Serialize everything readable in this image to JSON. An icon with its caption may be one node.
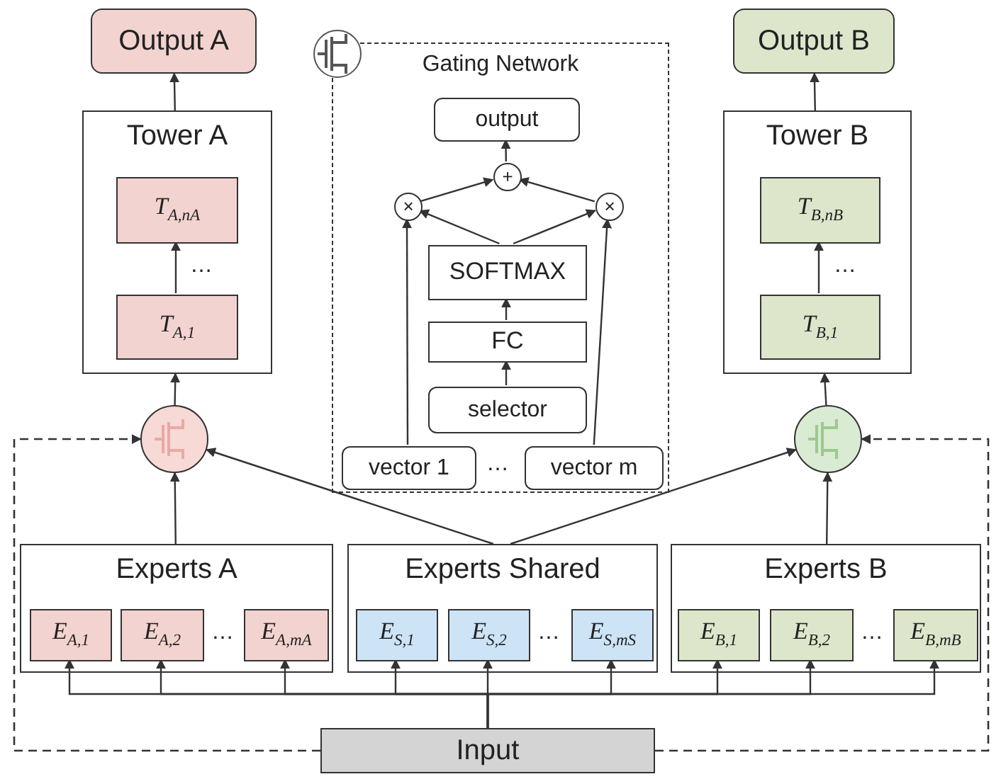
{
  "diagram": {
    "nodes": [
      {
        "text": [
          "Output A"
        ]
      },
      {
        "text": [
          "Tower A"
        ]
      },
      {
        "text": [
          "T$_{A,nA}$"
        ],
        "in": 1
      },
      {
        "text": [
          "T$_{A,1}$"
        ],
        "in": 1
      },
      {
        "text": [],
        "shape": "circle"
      },
      {
        "text": [
          "Gating Network"
        ]
      },
      {
        "text": [
          "output"
        ],
        "in": 5
      },
      {
        "text": [
          "+"
        ],
        "in": 5
      },
      {
        "text": [
          "×"
        ],
        "in": 5
      },
      {
        "text": [
          "×"
        ],
        "in": 5
      },
      {
        "text": [
          "SOFTMAX"
        ],
        "in": 5
      },
      {
        "text": [
          "FC"
        ],
        "in": 5
      },
      {
        "text": [
          "selector"
        ],
        "in": 5
      },
      {
        "text": [
          "vector 1"
        ],
        "in": 5
      },
      {
        "text": [
          "vector m"
        ],
        "in": 5
      },
      {
        "text": [
          "Output B"
        ]
      },
      {
        "text": [
          "Tower B"
        ]
      },
      {
        "text": [
          "T$_{B,nB}$"
        ],
        "in": 16
      },
      {
        "text": [
          "T$_{B,1}$"
        ],
        "in": 16
      },
      {
        "text": [],
        "shape": "circle"
      },
      {
        "text": [
          "Experts A"
        ]
      },
      {
        "text": [
          "E$_{A,1}$"
        ],
        "in": 20
      },
      {
        "text": [
          "E$_{A,2}$"
        ],
        "in": 20
      },
      {
        "text": [
          "E$_{A,mA}$"
        ],
        "in": 20
      },
      {
        "text": [
          "Experts Shared"
        ]
      },
      {
        "text": [
          "E$_{S,1}$"
        ],
        "in": 24
      },
      {
        "text": [
          "E$_{S,2}$"
        ],
        "in": 24
      },
      {
        "text": [
          "E$_{S,mS}$"
        ],
        "in": 24
      },
      {
        "text": [
          "Experts B"
        ]
      },
      {
        "text": [
          "E$_{B,1}$"
        ],
        "in": 28
      },
      {
        "text": [
          "E$_{B,2}$"
        ],
        "in": 28
      },
      {
        "text": [
          "E$_{B,mB}$"
        ],
        "in": 28
      },
      {
        "text": [
          "Input"
        ]
      }
    ],
    "edges": [
      {
        "from": 1,
        "to": 0,
        "arrow": "to"
      },
      {
        "from": 3,
        "to": 2,
        "arrow": "to"
      },
      {
        "from": 4,
        "to": 1,
        "arrow": "to"
      },
      {
        "from": 20,
        "to": 4,
        "arrow": "to"
      },
      {
        "from": 24,
        "to": 4,
        "arrow": "to"
      },
      {
        "from": 32,
        "to": 4,
        "arrow": "to",
        "style": "dashed"
      },
      {
        "from": 7,
        "to": 6,
        "arrow": "to"
      },
      {
        "from": 8,
        "to": 7,
        "arrow": "to"
      },
      {
        "from": 9,
        "to": 7,
        "arrow": "to"
      },
      {
        "from": 10,
        "to": 8,
        "arrow": "to"
      },
      {
        "from": 10,
        "to": 9,
        "arrow": "to"
      },
      {
        "from": 13,
        "to": 8,
        "arrow": "to"
      },
      {
        "from": 14,
        "to": 9,
        "arrow": "to"
      },
      {
        "from": 11,
        "to": 10,
        "arrow": "to"
      },
      {
        "from": 12,
        "to": 11,
        "arrow": "to"
      },
      {
        "from": 16,
        "to": 15,
        "arrow": "to"
      },
      {
        "from": 18,
        "to": 17,
        "arrow": "to"
      },
      {
        "from": 19,
        "to": 16,
        "arrow": "to"
      },
      {
        "from": 24,
        "to": 19,
        "arrow": "to"
      },
      {
        "from": 28,
        "to": 19,
        "arrow": "to"
      },
      {
        "from": 32,
        "to": 19,
        "arrow": "to",
        "style": "dashed"
      },
      {
        "from": 32,
        "to": 21,
        "arrow": "to"
      },
      {
        "from": 32,
        "to": 22,
        "arrow": "to"
      },
      {
        "from": 32,
        "to": 23,
        "arrow": "to"
      },
      {
        "from": 32,
        "to": 25,
        "arrow": "to"
      },
      {
        "from": 32,
        "to": 26,
        "arrow": "to"
      },
      {
        "from": 32,
        "to": 27,
        "arrow": "to"
      },
      {
        "from": 32,
        "to": 29,
        "arrow": "to"
      },
      {
        "from": 32,
        "to": 30,
        "arrow": "to"
      },
      {
        "from": 32,
        "to": 31,
        "arrow": "to"
      }
    ],
    "labels": [
      "…",
      "…",
      "…",
      "…",
      "…",
      "…"
    ]
  }
}
